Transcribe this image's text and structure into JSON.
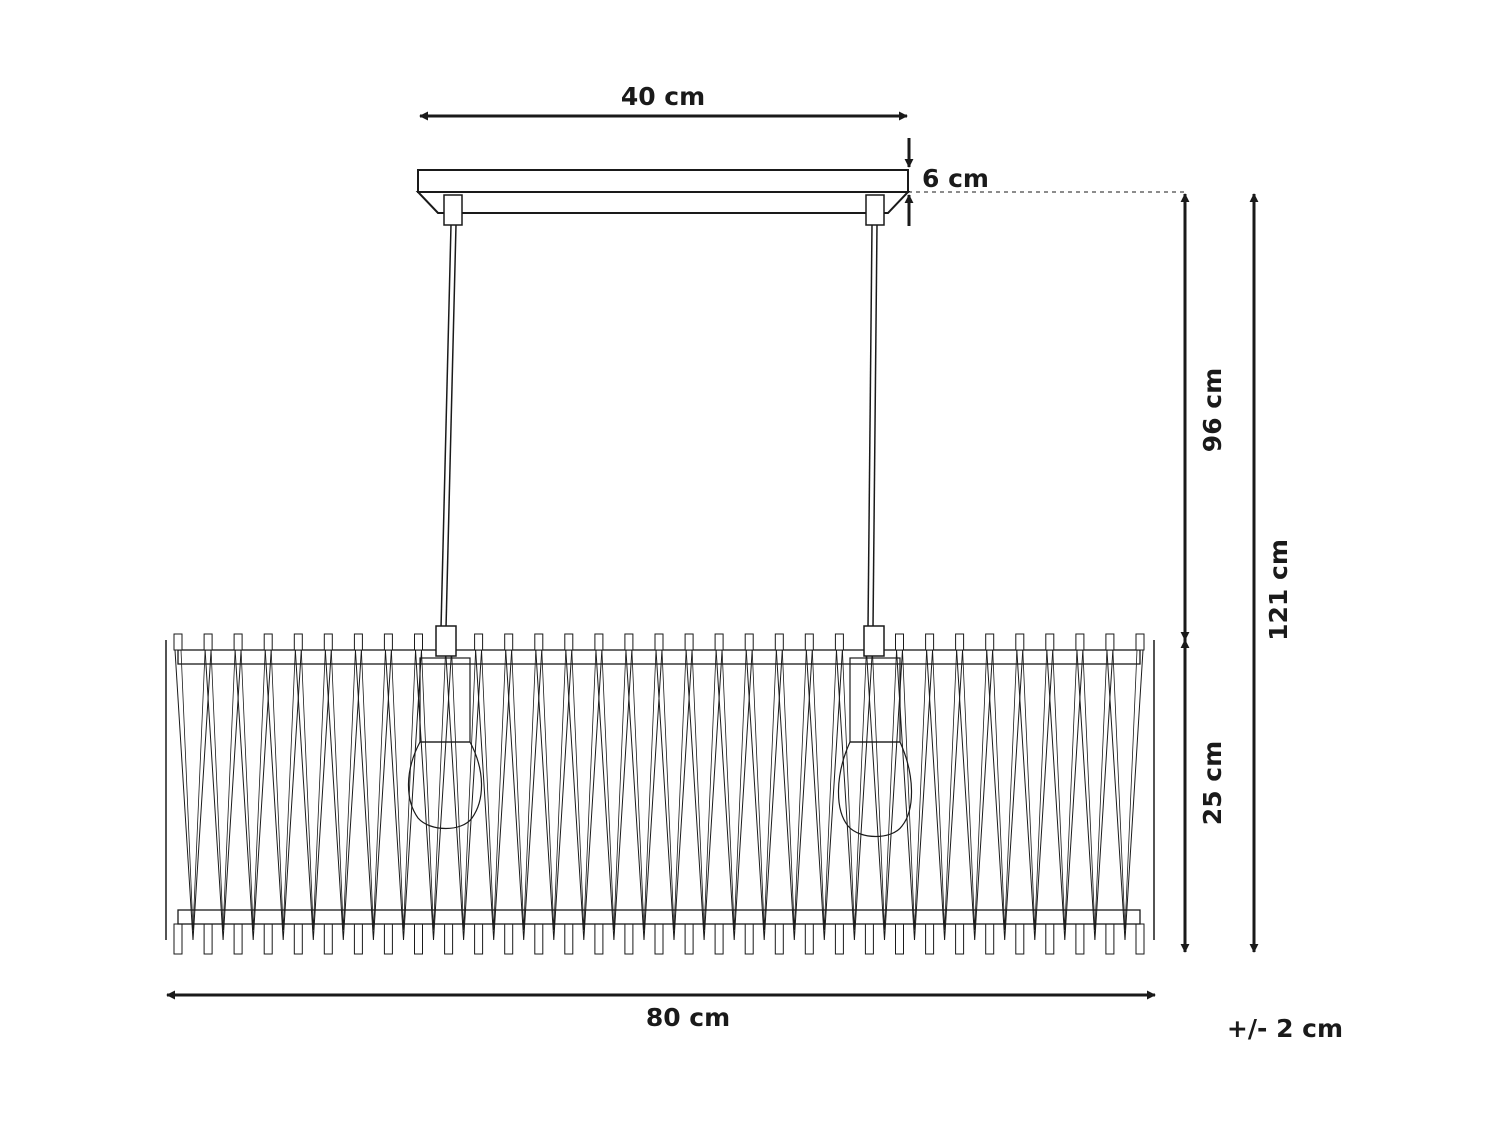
{
  "dimensions": {
    "canopy_width": "40 cm",
    "canopy_height": "6 cm",
    "cable_length": "96 cm",
    "shade_height": "25 cm",
    "total_height": "121 cm",
    "shade_width": "80 cm",
    "tolerance": "+/- 2 cm"
  }
}
